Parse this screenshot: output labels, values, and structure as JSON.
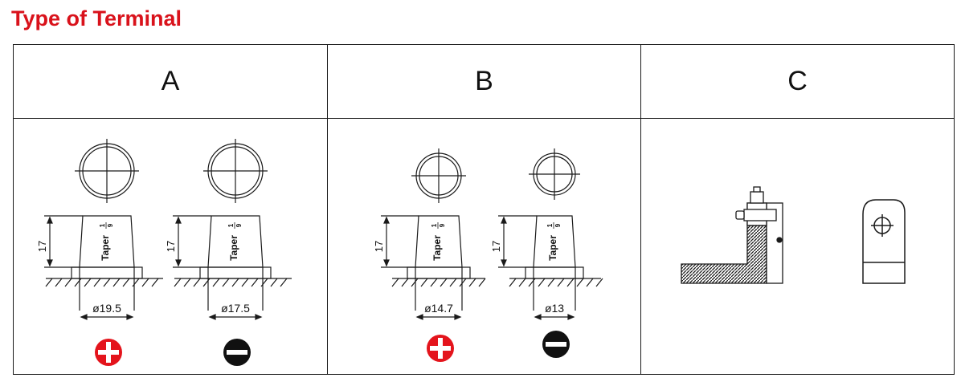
{
  "title": "Type of Terminal",
  "columns": [
    {
      "label": "A",
      "terminals": [
        {
          "height": "17",
          "taper": "Taper",
          "taper_num": "1",
          "taper_den": "9",
          "diameter": "ø19.5",
          "polarity": "positive"
        },
        {
          "height": "17",
          "taper": "Taper",
          "taper_num": "1",
          "taper_den": "9",
          "diameter": "ø17.5",
          "polarity": "negative"
        }
      ]
    },
    {
      "label": "B",
      "terminals": [
        {
          "height": "17",
          "taper": "Taper",
          "taper_num": "1",
          "taper_den": "9",
          "diameter": "ø14.7",
          "polarity": "positive"
        },
        {
          "height": "17",
          "taper": "Taper",
          "taper_num": "1",
          "taper_den": "9",
          "diameter": "ø13",
          "polarity": "negative"
        }
      ]
    },
    {
      "label": "C",
      "terminals": []
    }
  ],
  "colors": {
    "title": "#d9121b",
    "positive": "#e4141c",
    "negative": "#111111",
    "line": "#1a1a1a"
  },
  "icons": [
    "terminal-top-view-icon",
    "terminal-side-view-icon",
    "plus-polarity-icon",
    "minus-polarity-icon",
    "l-terminal-side-icon",
    "l-terminal-front-icon"
  ]
}
